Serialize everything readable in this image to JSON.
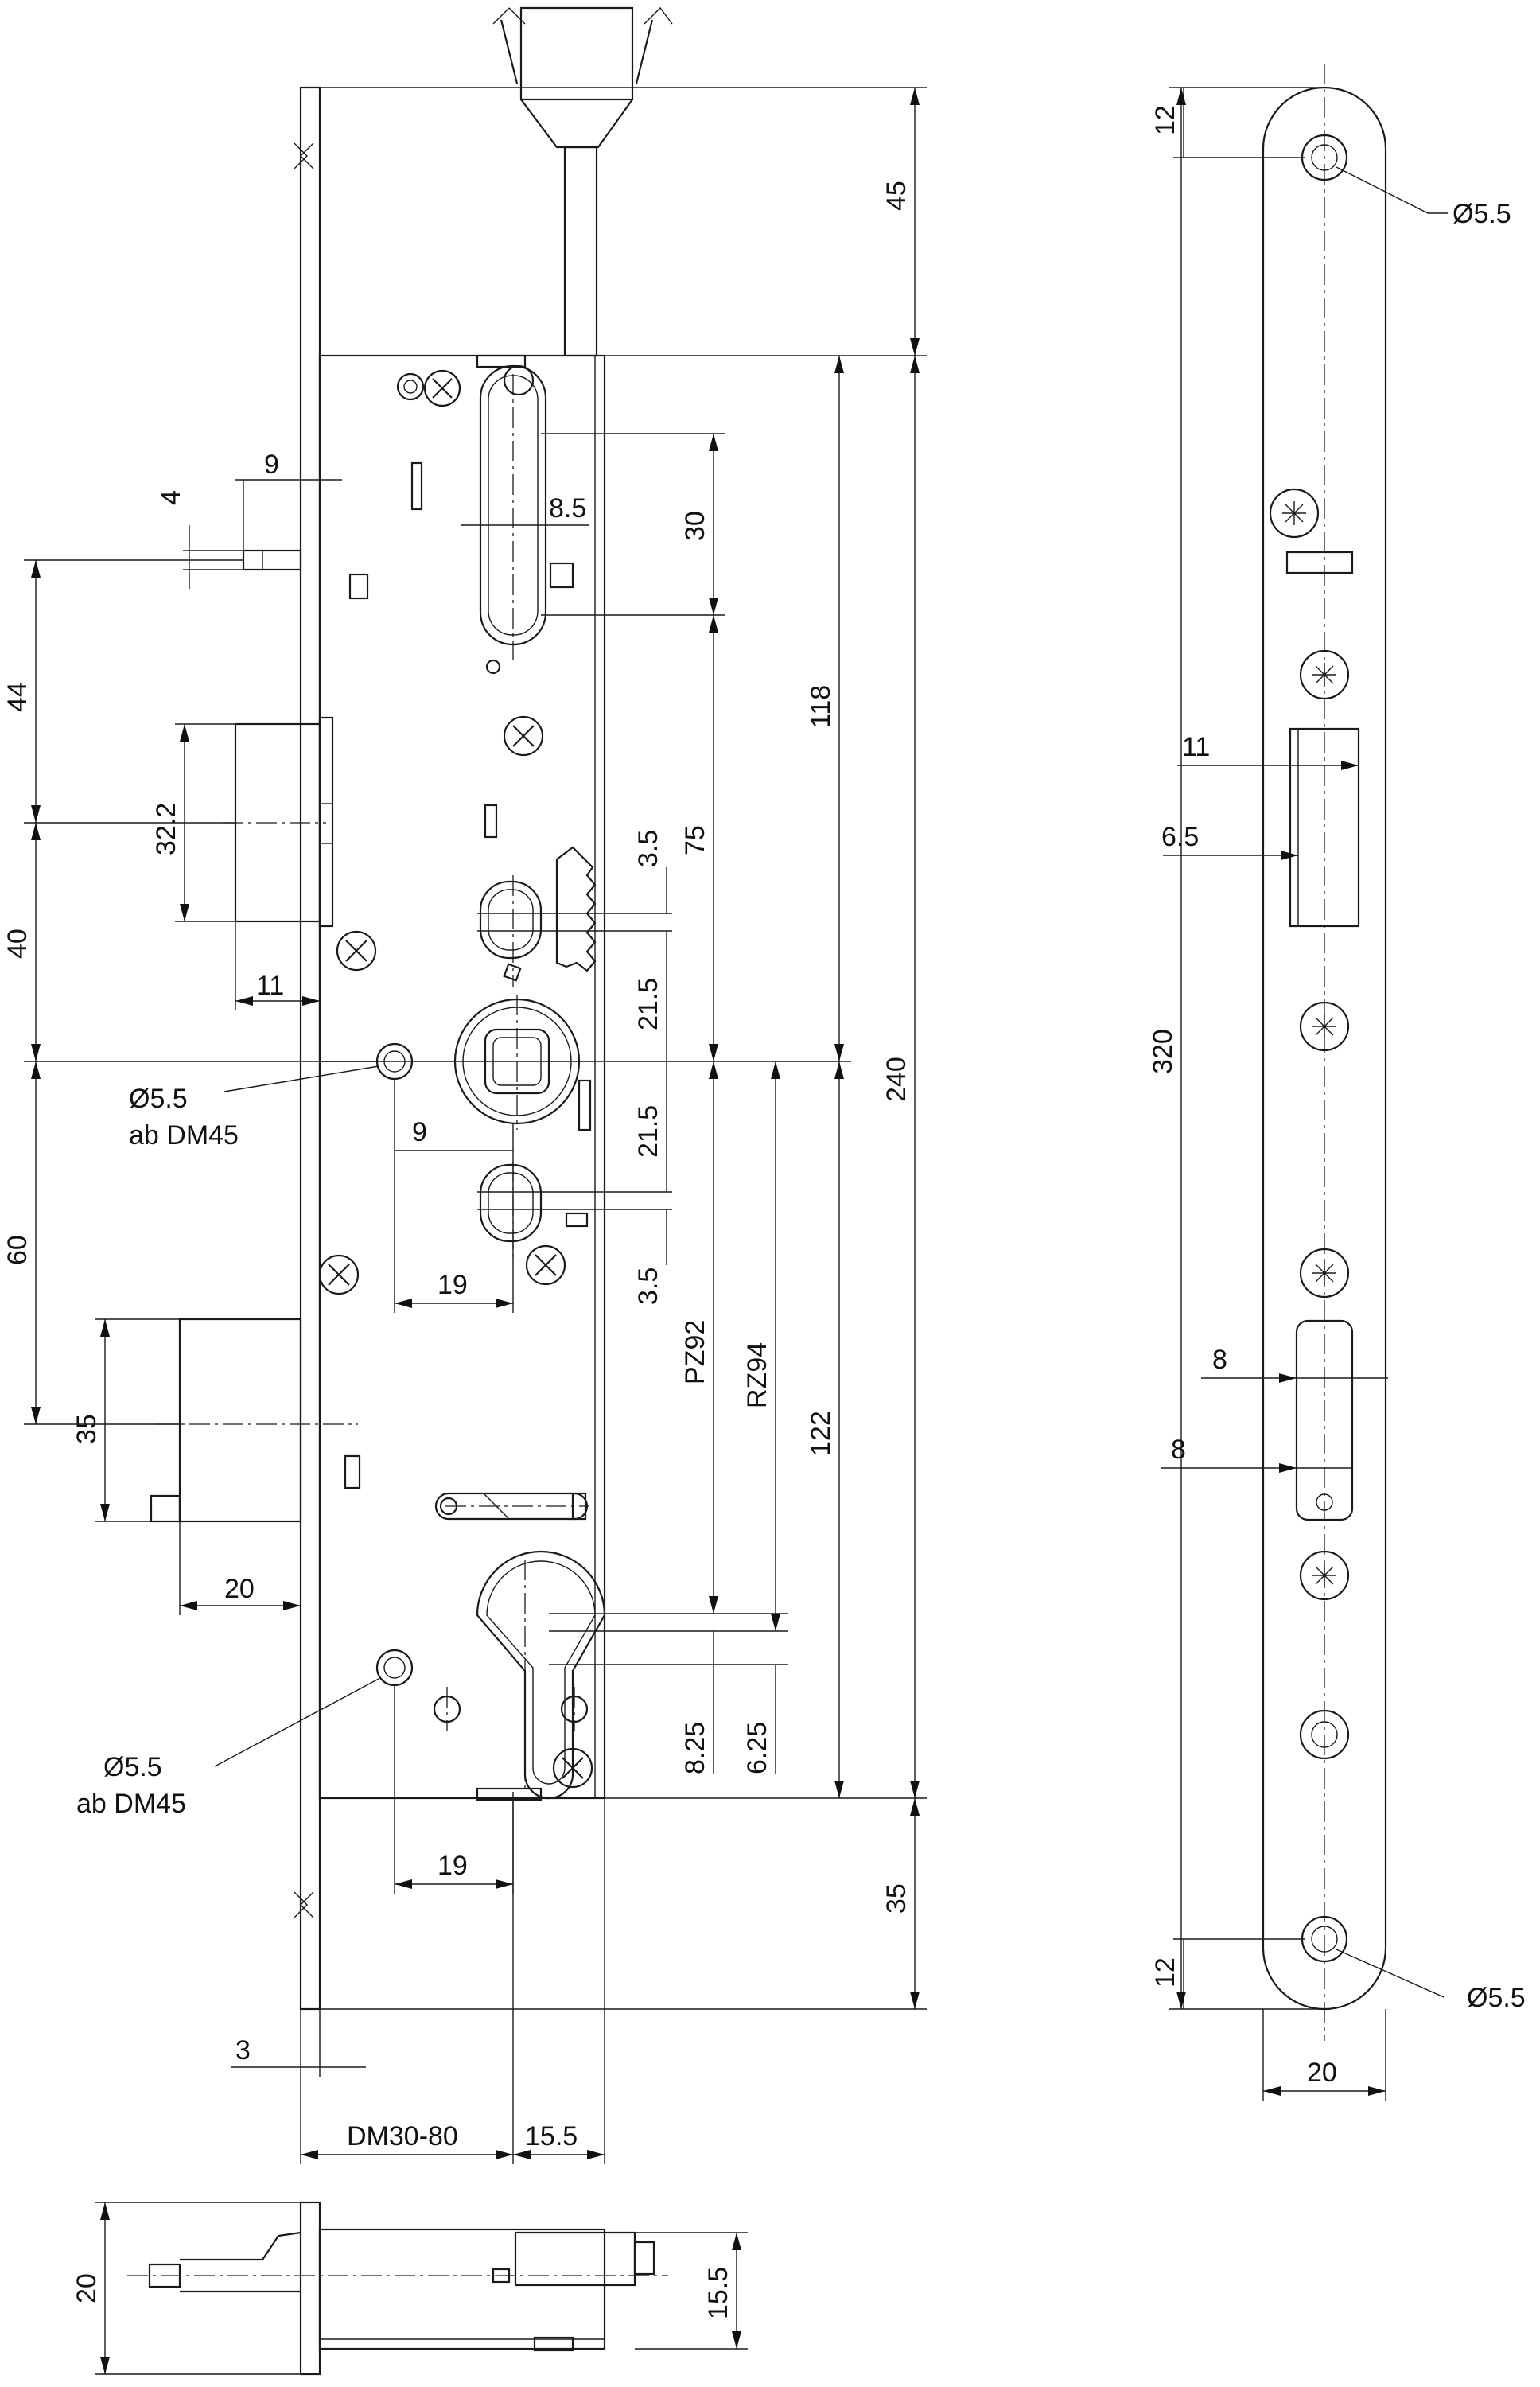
{
  "dimensions": {
    "top_45": "45",
    "bottom_35": "35",
    "total_240": "240",
    "upper_118": "118",
    "lower_122": "122",
    "slot_30": "30",
    "slot_8_5": "8.5",
    "d_75": "75",
    "d_3_5_top": "3.5",
    "d_21_5_top": "21.5",
    "d_21_5_bottom": "21.5",
    "d_3_5_bottom": "3.5",
    "pz92": "PZ92",
    "rz94": "RZ94",
    "d_8_25": "8.25",
    "d_6_25": "6.25",
    "latch_9": "9",
    "latch_4": "4",
    "left_44": "44",
    "left_32_2": "32.2",
    "left_40": "40",
    "left_11": "11",
    "left_60": "60",
    "left_35": "35",
    "left_20": "20",
    "spindle_9": "9",
    "spindle_19": "19",
    "cyl_19": "19",
    "plate_3": "3",
    "backset": "DM30-80",
    "case_15_5": "15.5",
    "hole_label_upper_1": "Ø5.5",
    "hole_label_upper_2": "ab DM45",
    "hole_label_lower_1": "Ø5.5",
    "hole_label_lower_2": "ab DM45",
    "strike_12_top": "12",
    "strike_d_top": "Ø5.5",
    "strike_11": "11",
    "strike_6_5": "6.5",
    "strike_320": "320",
    "strike_8_a": "8",
    "strike_8_b": "8",
    "strike_12_bottom": "12",
    "strike_d_bottom": "Ø5.5",
    "strike_20": "20",
    "bottom_view_20": "20",
    "bottom_view_15_5": "15.5"
  }
}
